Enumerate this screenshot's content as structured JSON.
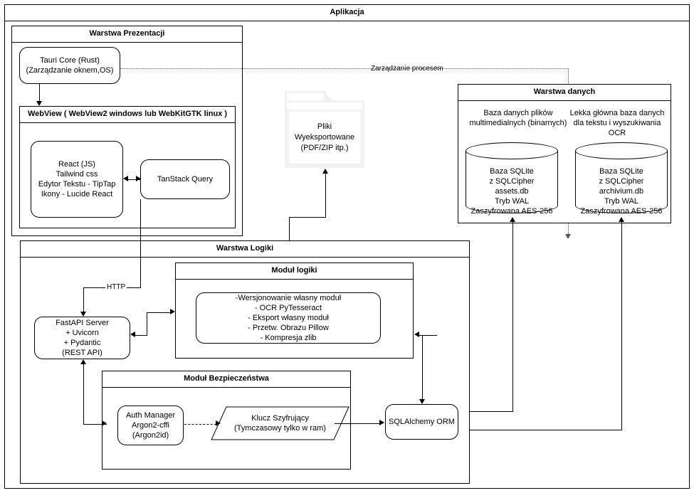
{
  "diagram": {
    "title": "Aplikacja",
    "layers": {
      "presentation": {
        "title": "Warstwa Prezentacji",
        "tauri": "Tauri Core (Rust)\n(Zarządzanie oknem,OS)",
        "tauri_line1": "Tauri Core (Rust)",
        "tauri_line2": "(Zarządzanie oknem,OS)",
        "webview_title": "WebView ( WebView2 windows  lub WebKitGTK linux )",
        "react_line1": "React (JS)",
        "react_line2": "Tailwind css",
        "react_line3": "Edytor Tekstu - TipTap",
        "react_line4": "Ikony - Lucide React",
        "tanstack": "TanStack Query"
      },
      "data": {
        "title": "Warstwa danych",
        "db_assets_caption_l1": "Baza danych plików",
        "db_assets_caption_l2": "multimedialnych  (binarnych)",
        "db_archive_caption_l1": "Lekka główna baza danych",
        "db_archive_caption_l2": "dla tekstu i wyszukiwania",
        "db_archive_caption_l3": "OCR",
        "db_assets": {
          "l1": "Baza SQLite",
          "l2": "z SQLCipher",
          "l3": "assets.db",
          "l4": "Tryb WAL",
          "l5": "Zaszyfrowana AES-256"
        },
        "db_archive": {
          "l1": "Baza SQLite",
          "l2": "z SQLCipher",
          "l3": "archivium.db",
          "l4": "Tryb WAL",
          "l5": "Zaszyfrowana AES-256"
        }
      },
      "logic": {
        "title": "Warstwa Logiki",
        "fastapi_l1": "FastAPI Server",
        "fastapi_l2": "+ Uvicorn",
        "fastapi_l3": "+ Pydantic",
        "fastapi_l4": "(REST API)",
        "module_title": "Moduł logiki",
        "module_l1": "-Wersjonowanie własny moduł",
        "module_l2": "- OCR PyTesseract",
        "module_l3": "- Eksport własny moduł",
        "module_l4": "- Przetw. Obrazu Pillow",
        "module_l5": "- Kompresja zlib",
        "security_title": "Moduł Bezpieczeństwa",
        "auth_l1": "Auth Manager",
        "auth_l2": "Argon2-cffi",
        "auth_l3": "(Argon2id)",
        "key_l1": "Klucz Szyfrujący",
        "key_l2": "(Tymczasowy tylko w ram)",
        "orm": "SQLAlchemy ORM"
      }
    },
    "files_node": {
      "l1": "Pliki",
      "l2": "Wyeksportowane",
      "l3": "(PDF/ZIP itp.)"
    },
    "edges": {
      "process_management": "Zarządzanie procesem",
      "http": "HTTP"
    },
    "colors": {
      "stroke": "#000000",
      "background": "#ffffff",
      "muted_stroke": "#f2f2f2",
      "dotted_stroke": "#555555"
    }
  }
}
